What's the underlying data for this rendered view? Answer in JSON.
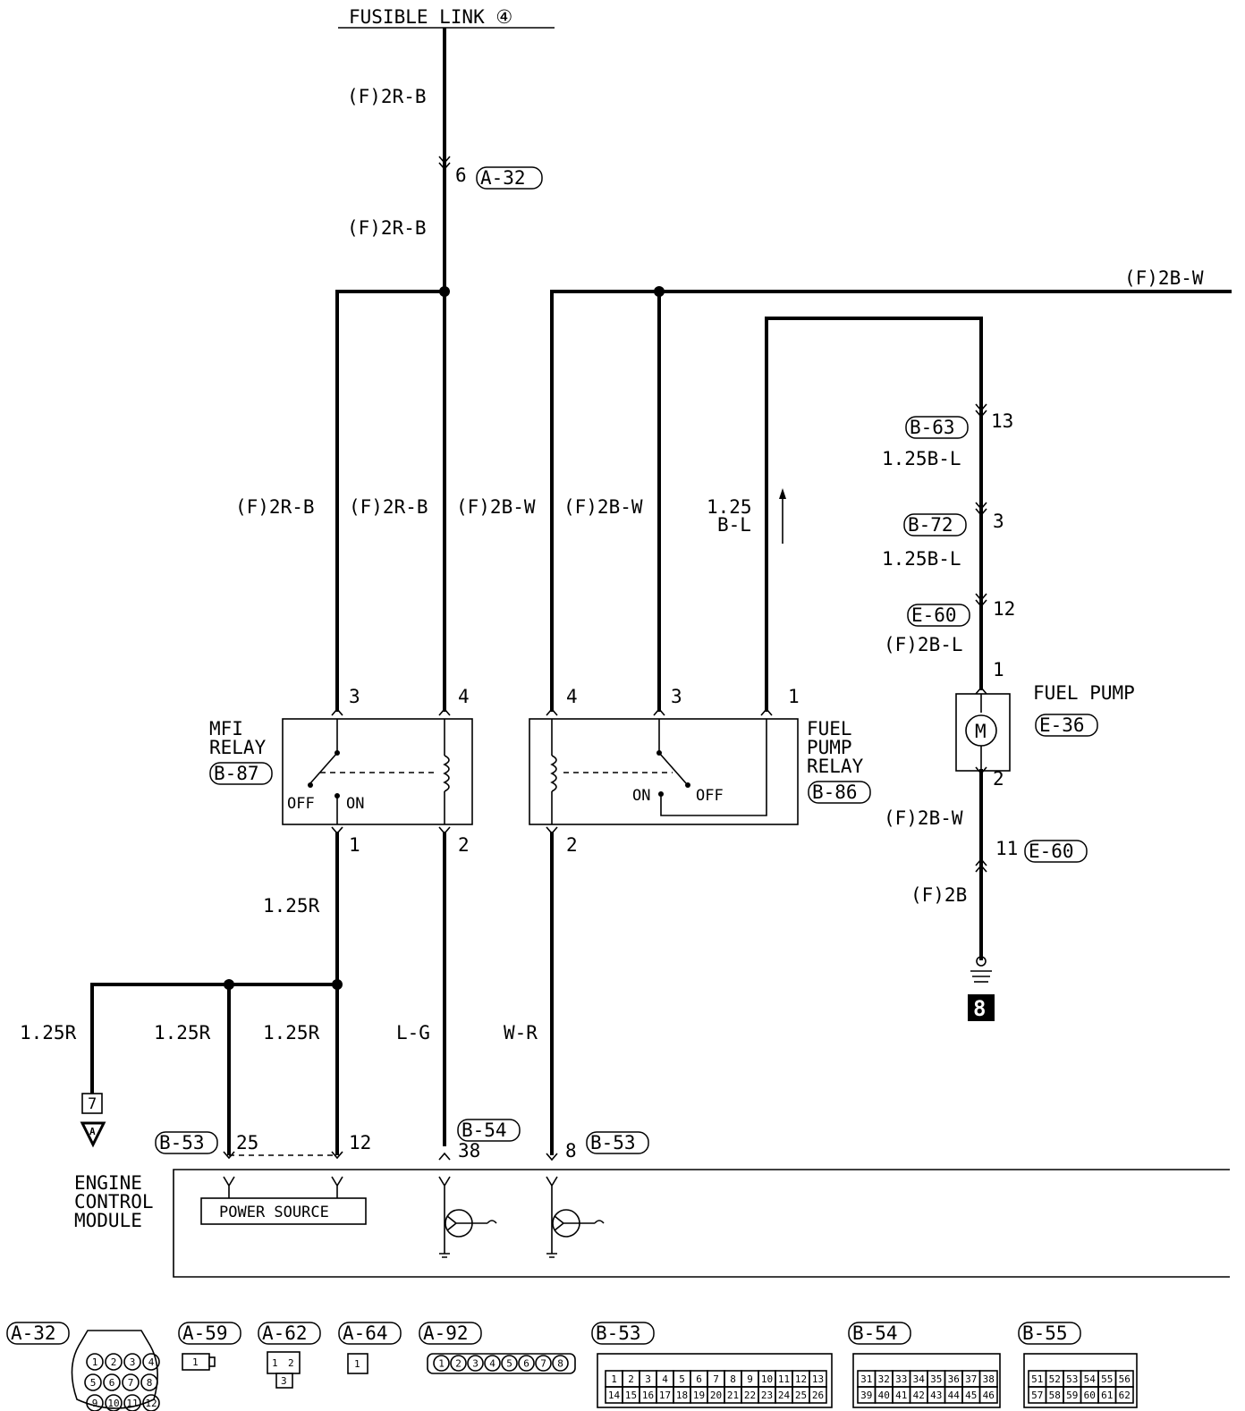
{
  "title": "FUSIBLE LINK ④",
  "wire_labels": {
    "top_1": "(F)2R-B",
    "top_2": "(F)2R-B",
    "right_top": "(F)2B-W",
    "mfi_3": "(F)2R-B",
    "mfi_4": "(F)2R-B",
    "fpr_4": "(F)2B-W",
    "fpr_3": "(F)2B-W",
    "fpr_1a": "1.25",
    "fpr_1b": "B-L",
    "pump_a": "1.25B-L",
    "pump_b": "1.25B-L",
    "pump_c": "(F)2B-L",
    "pump_d": "(F)2B-W",
    "pump_e": "(F)2B",
    "mfi_1": "1.25R",
    "left_1": "1.25R",
    "left_2": "1.25R",
    "left_3": "1.25R",
    "lg": "L-G",
    "wr": "W-R"
  },
  "connectors": {
    "a32": "A-32",
    "b63": "B-63",
    "b72": "B-72",
    "e60a": "E-60",
    "e60b": "E-60",
    "b87": "B-87",
    "b86": "B-86",
    "e36": "E-36",
    "b53a": "B-53",
    "b54": "B-54",
    "b53b": "B-53"
  },
  "pins": {
    "a32_6": "6",
    "b63_13": "13",
    "b72_3": "3",
    "e60_12": "12",
    "pump_1": "1",
    "pump_2": "2",
    "e60_11": "11",
    "mfi_3": "3",
    "mfi_4": "4",
    "mfi_1": "1",
    "mfi_2": "2",
    "fpr_4": "4",
    "fpr_3": "3",
    "fpr_1": "1",
    "fpr_2": "2",
    "ecm_25": "25",
    "ecm_12": "12",
    "ecm_38": "38",
    "ecm_8": "8"
  },
  "components": {
    "mfi_relay_1": "MFI",
    "mfi_relay_2": "RELAY",
    "fpr_1": "FUEL",
    "fpr_2": "PUMP",
    "fpr_3": "RELAY",
    "fuel_pump": "FUEL  PUMP",
    "ecm_1": "ENGINE",
    "ecm_2": "CONTROL",
    "ecm_3": "MODULE",
    "power_source": "POWER SOURCE",
    "mfi_off": "OFF",
    "mfi_on": "ON",
    "fpr_on": "ON",
    "fpr_off": "OFF",
    "motor": "M"
  },
  "ground_number": "8",
  "jump_point": "7",
  "jump_letter": "A",
  "connector_legend": {
    "a32": {
      "label": "A-32",
      "pins": [
        "1",
        "2",
        "3",
        "4",
        "5",
        "6",
        "7",
        "8",
        "9",
        "10",
        "11",
        "12"
      ]
    },
    "a59": {
      "label": "A-59",
      "pins": [
        "1"
      ]
    },
    "a62": {
      "label": "A-62",
      "pins": [
        "1",
        "2",
        "3"
      ]
    },
    "a64": {
      "label": "A-64",
      "pins": [
        "1"
      ]
    },
    "a92": {
      "label": "A-92",
      "pins": [
        "1",
        "2",
        "3",
        "4",
        "5",
        "6",
        "7",
        "8"
      ]
    },
    "b53": {
      "label": "B-53",
      "row1": [
        "1",
        "2",
        "3",
        "4",
        "5",
        "6",
        "7",
        "8",
        "9",
        "10",
        "11",
        "12",
        "13"
      ],
      "row2": [
        "14",
        "15",
        "16",
        "17",
        "18",
        "19",
        "20",
        "21",
        "22",
        "23",
        "24",
        "25",
        "26"
      ]
    },
    "b54": {
      "label": "B-54",
      "row1": [
        "31",
        "32",
        "33",
        "34",
        "35",
        "36",
        "37",
        "38"
      ],
      "row2": [
        "39",
        "40",
        "41",
        "42",
        "43",
        "44",
        "45",
        "46"
      ]
    },
    "b55": {
      "label": "B-55",
      "row1": [
        "51",
        "52",
        "53",
        "54",
        "55",
        "56"
      ],
      "row2": [
        "57",
        "58",
        "59",
        "60",
        "61",
        "62"
      ]
    }
  }
}
